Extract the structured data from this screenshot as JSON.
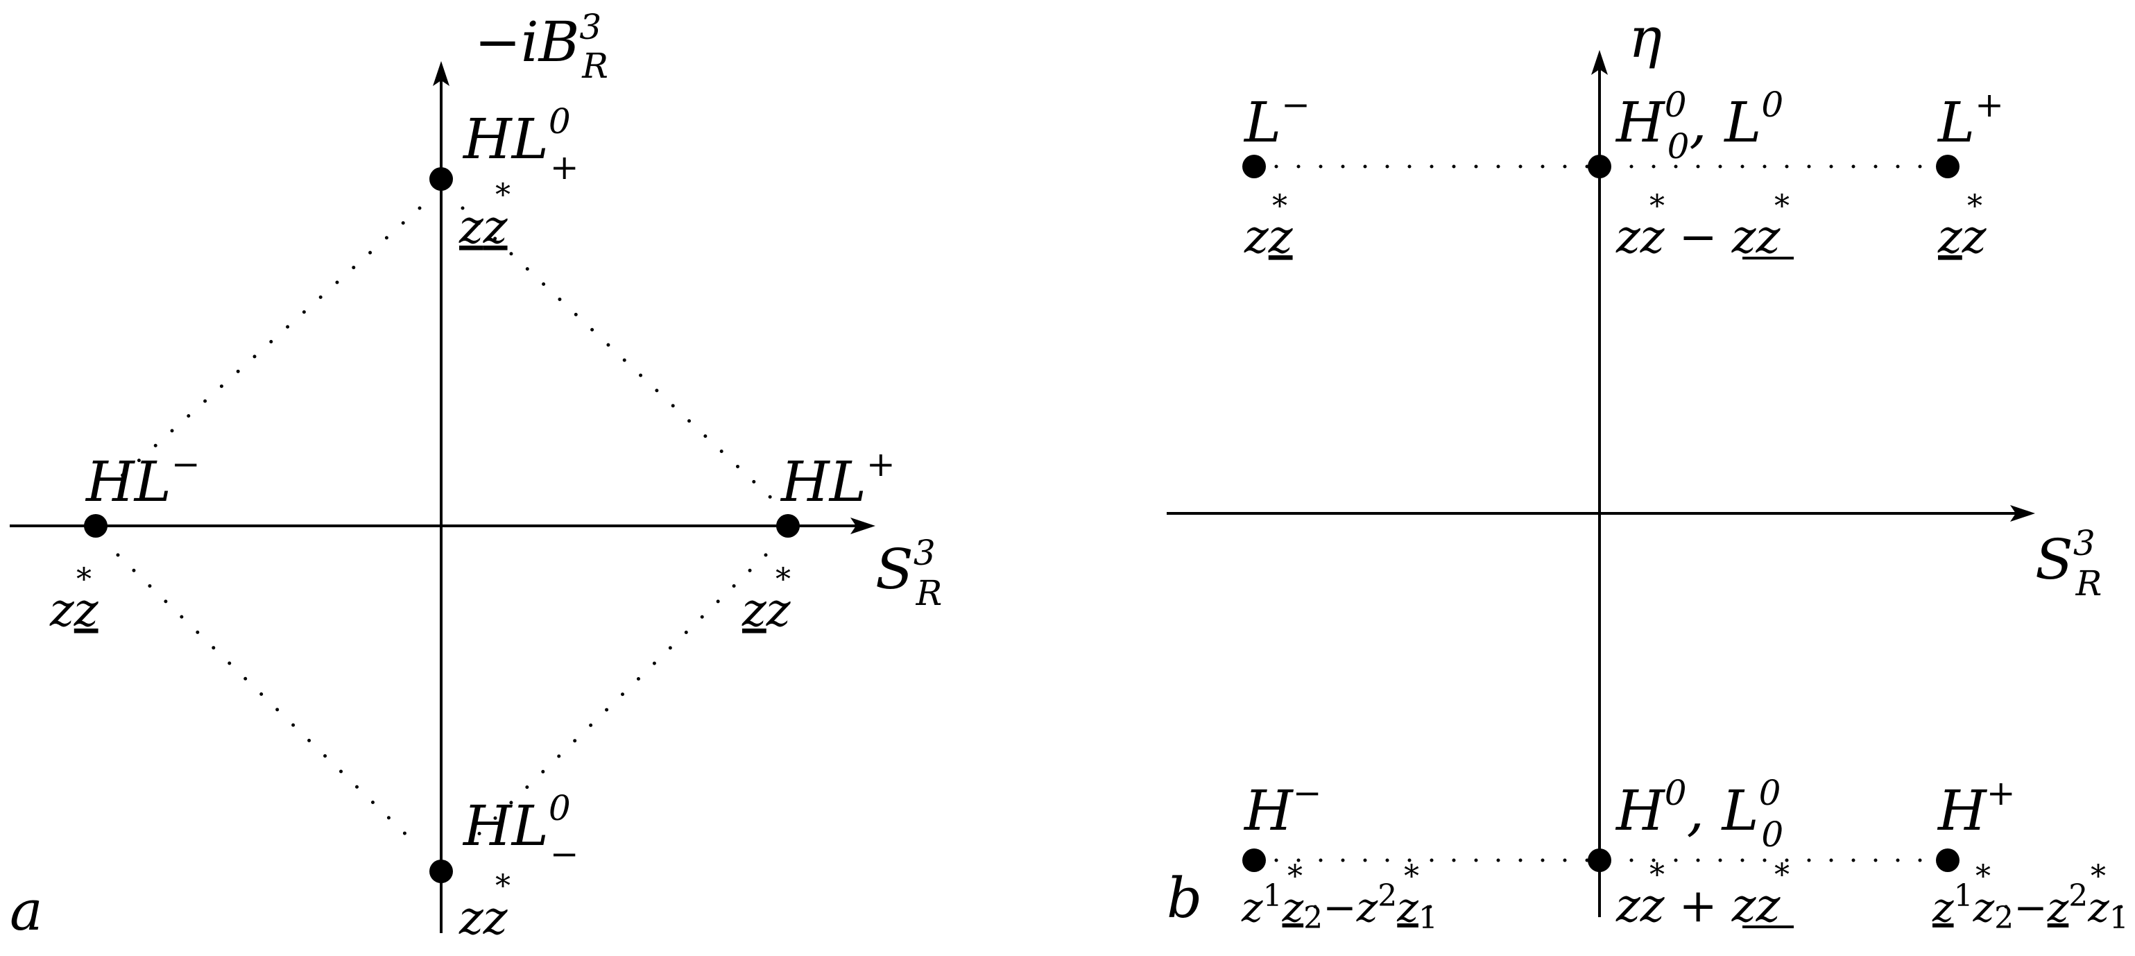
{
  "panel_a": {
    "letter": "a",
    "axes": {
      "y_label": "−iB",
      "y_label_sup": "3",
      "y_label_sub": "R",
      "x_label": "S",
      "x_label_sup": "3",
      "x_label_sub": "R"
    },
    "nodes": {
      "top": {
        "name": "HL",
        "sup": "0",
        "sub": "+",
        "expr_a": "z",
        "expr_b": "z",
        "star": "*"
      },
      "left": {
        "name": "HL",
        "sup": "−",
        "expr_a": "z",
        "expr_b": "z",
        "star": "*"
      },
      "right": {
        "name": "HL",
        "sup": "+",
        "expr_a": "z",
        "expr_b": "z",
        "star": "*"
      },
      "bottom": {
        "name": "HL",
        "sup": "0",
        "sub": "−",
        "expr_a": "z",
        "expr_b": "z",
        "star": "*"
      }
    }
  },
  "panel_b": {
    "letter": "b",
    "axes": {
      "y_label": "η",
      "x_label": "S",
      "x_label_sup": "3",
      "x_label_sub": "R"
    },
    "nodes": {
      "top_left": {
        "name": "L",
        "sup": "−",
        "expr_a": "z",
        "expr_b": "z",
        "star": "*"
      },
      "top_mid": {
        "name1": "H",
        "sup1": "0",
        "sub1": "0",
        "sep": ", ",
        "name2": "L",
        "sup2": "0",
        "expr": "zz − zz",
        "star": "*"
      },
      "top_right": {
        "name": "L",
        "sup": "+",
        "expr_a": "z",
        "expr_b": "z",
        "star": "*"
      },
      "bot_left": {
        "name": "H",
        "sup": "−",
        "expr": "z¹z₂−z²z₁",
        "z1": "z",
        "one": "1",
        "z2": "z",
        "two": "2",
        "minus": "−",
        "star": "*",
        "sub_dot2": "2̇",
        "sub_dot1": "1̇"
      },
      "bot_mid": {
        "name1": "H",
        "sup1": "0",
        "sep": ", ",
        "name2": "L",
        "sup2": "0",
        "sub2": "0",
        "expr": "zz + zz",
        "star": "*"
      },
      "bot_right": {
        "name": "H",
        "sup": "+",
        "z1": "z",
        "one": "1",
        "z2": "z",
        "two": "2",
        "minus": "−",
        "star": "*",
        "sub_dot2": "2̇",
        "sub_dot1": "1̇"
      }
    }
  }
}
